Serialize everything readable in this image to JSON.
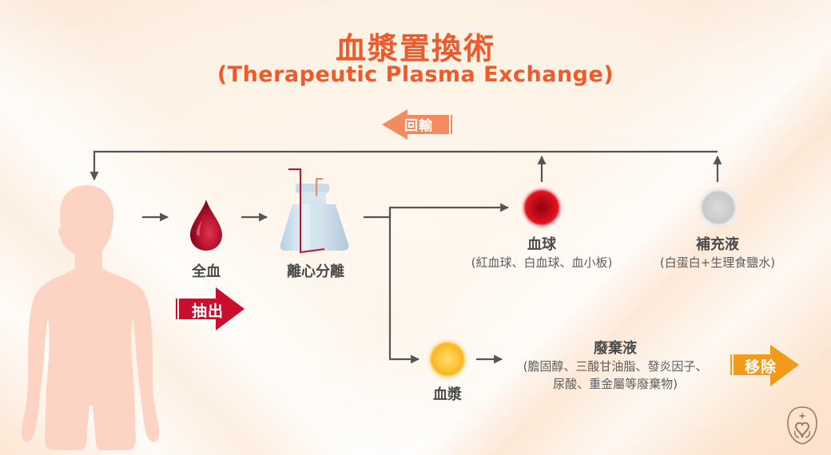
{
  "title": {
    "chinese": "血漿置換術",
    "english": "(Therapeutic Plasma Exchange)"
  },
  "colors": {
    "title": "#f05a2a",
    "return_arrow": "#f58a5e",
    "extract_arrow": "#c8102e",
    "remove_arrow": "#f39a1c",
    "line": "#555555",
    "body_silhouette": "#fdd3c3"
  },
  "arrows": {
    "return_label": "回輸",
    "extract_label": "抽出",
    "remove_label": "移除"
  },
  "nodes": {
    "whole_blood": {
      "label": "全血",
      "icon": "blood-drop-icon"
    },
    "centrifuge": {
      "label": "離心分離",
      "icon": "centrifuge-bottle-icon"
    },
    "blood_cells": {
      "label": "血球",
      "sublabel": "(紅血球、白血球、血小板)",
      "icon": "red-cell-icon"
    },
    "replacement_fluid": {
      "label": "補充液",
      "sublabel": "(白蛋白+生理食鹽水)",
      "icon": "grey-fluid-icon"
    },
    "plasma": {
      "label": "血漿",
      "icon": "plasma-yellow-icon"
    },
    "waste": {
      "label": "廢棄液",
      "sublabel_line1": "(膽固醇、三酸甘油脂、發炎因子、",
      "sublabel_line2": "尿酸、重金屬等廢棄物)"
    }
  },
  "body": {
    "icon": "human-silhouette-icon"
  },
  "logo": {
    "icon": "brand-logo-icon"
  }
}
